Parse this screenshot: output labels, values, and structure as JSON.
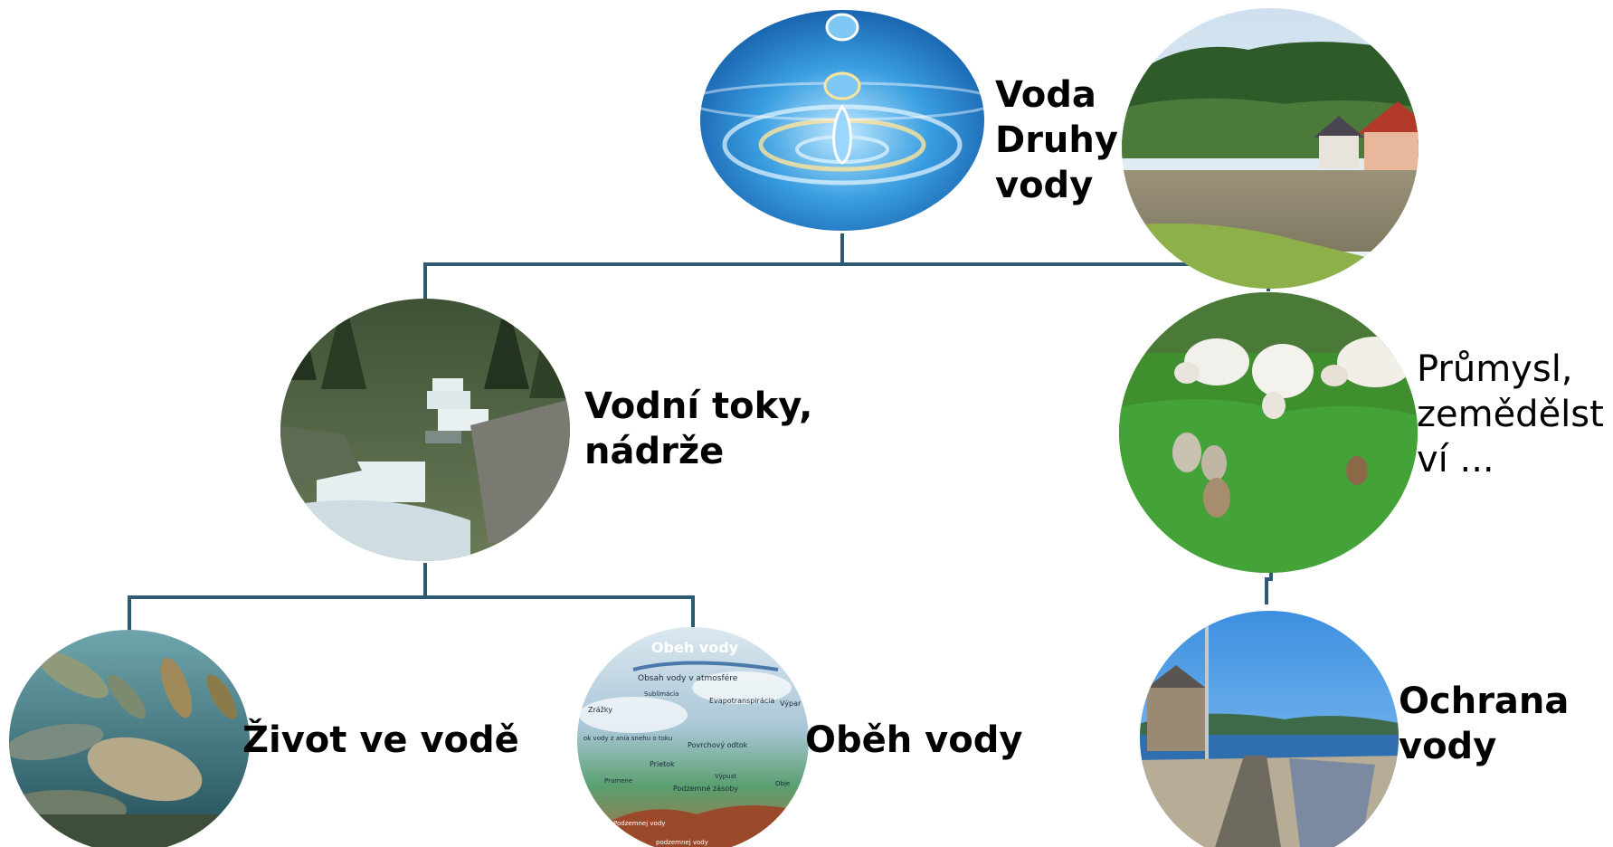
{
  "diagram": {
    "nodes": {
      "voda": {
        "label": "Voda\nDruhy\nvody",
        "image": "water-droplet-ripple-photo"
      },
      "flood": {
        "image": "flooded-houses-photo"
      },
      "toky": {
        "label": "Vodní toky,\nnádrže",
        "image": "forest-cascade-stream-photo"
      },
      "prumysl": {
        "label": "Průmysl,\nzemědělst\nví ...",
        "image": "sheep-and-ducks-pasture-photo"
      },
      "zivot": {
        "label": "Život ve vodě",
        "image": "fish-underwater-photo"
      },
      "obeh": {
        "label": "Oběh vody",
        "image": "water-cycle-diagram-image"
      },
      "ochrana": {
        "label": "Ochrana\nvody",
        "image": "reservoir-dam-photo"
      }
    },
    "water_cycle_image_text": {
      "title": "Obeh vody",
      "atmosphere": "Obsah vody v atmosfére",
      "sublimation": "Sublimácia",
      "evapotranspiration": "Evapotranspirácia",
      "precipitation": "Zrážky",
      "evaporation": "Výpar (evaporá",
      "snow": "ok vody z ania snehu o toku",
      "surface_runoff": "Povrchový odtok",
      "streamflow": "Prietok",
      "groundwater": "Podzemné zásoby",
      "springs": "Pramene",
      "outflow": "Výpust",
      "volume": "Obje",
      "underground": "Podzemnej vody",
      "underground2": "podzemnej vody"
    },
    "colors": {
      "connector": "#2e5b73"
    }
  }
}
